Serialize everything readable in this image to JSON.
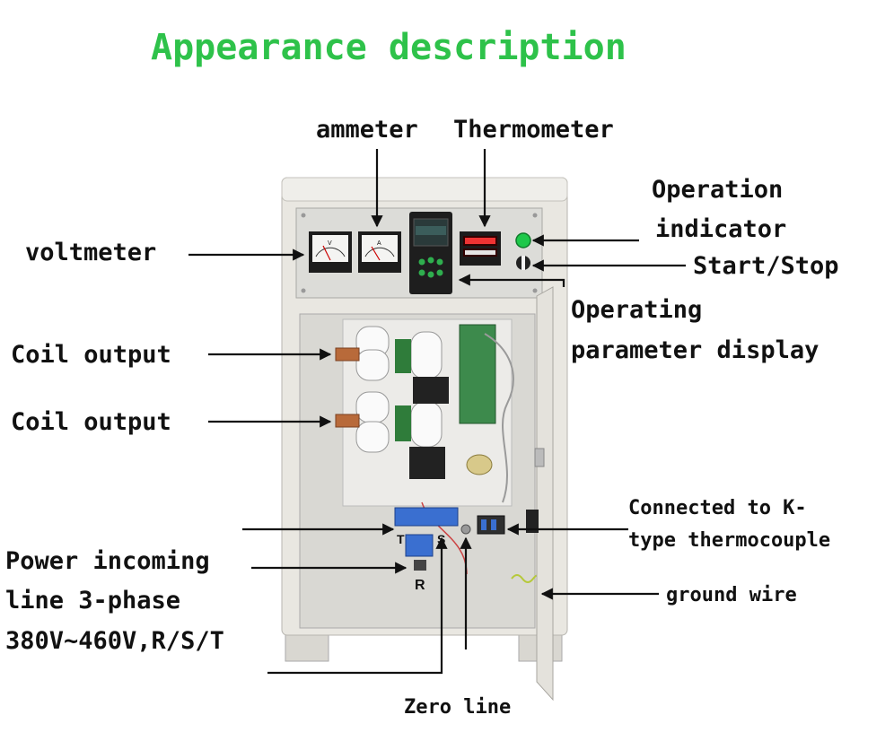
{
  "title": "Appearance description",
  "colors": {
    "title": "#2ec24a",
    "cabinet": "#e9e7e1",
    "panel": "#dcdcd8",
    "lamp": "#1ec84a",
    "arrows": "#111111"
  },
  "labels": {
    "ammeter": "ammeter",
    "thermometer": "Thermometer",
    "operation_indicator_1": "Operation",
    "operation_indicator_2": "indicator",
    "voltmeter": "voltmeter",
    "start_stop": "Start/Stop",
    "operating_param_1": "Operating",
    "operating_param_2": "parameter display",
    "coil_output_1": "Coil output",
    "coil_output_2": "Coil output",
    "k_type_1": "Connected to K-",
    "k_type_2": "type thermocouple",
    "power_1": "Power incoming",
    "power_2": "line 3-phase",
    "power_3": "380V~460V,R/S/T",
    "ground_wire": "ground wire",
    "zero_line": "Zero line"
  },
  "terminal_labels": {
    "t": "T",
    "s": "S",
    "r": "R"
  },
  "meter_letters": {
    "voltmeter": "V",
    "ammeter": "A"
  }
}
